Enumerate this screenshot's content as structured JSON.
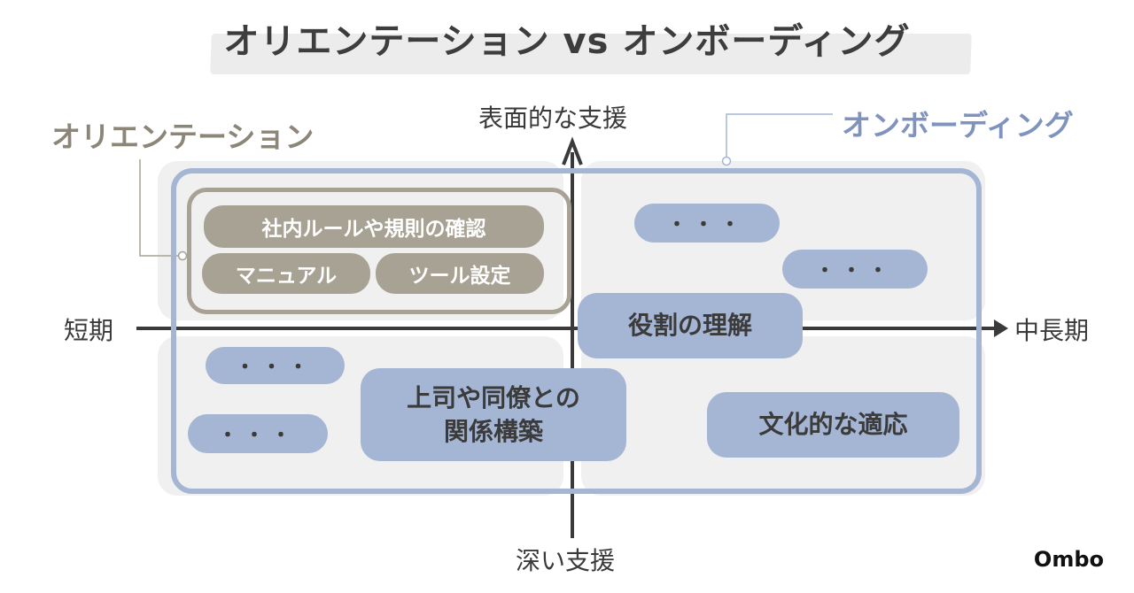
{
  "title": "オリエンテーション vs オンボーディング",
  "axes": {
    "top": "表面的な支援",
    "bottom": "深い支援",
    "left": "短期",
    "right": "中長期"
  },
  "groups": {
    "orientation": "オリエンテーション",
    "onboarding": "オンボーディング"
  },
  "orientation_items": [
    "社内ルールや規則の確認",
    "マニュアル",
    "ツール設定"
  ],
  "onboarding_items": {
    "role": "役割の理解",
    "relation_line1": "上司や同僚との",
    "relation_line2": "関係構築",
    "culture": "文化的な適応",
    "placeholder": "・・・"
  },
  "brand": "Ombo",
  "colors": {
    "onboarding_accent": "#a5b5d4",
    "onboarding_text": "#7f93be",
    "orientation_accent": "#a7a294",
    "orientation_text": "#8c8678",
    "axis": "#3a3a3a",
    "quadrant_bg": "#f0f0f0"
  }
}
